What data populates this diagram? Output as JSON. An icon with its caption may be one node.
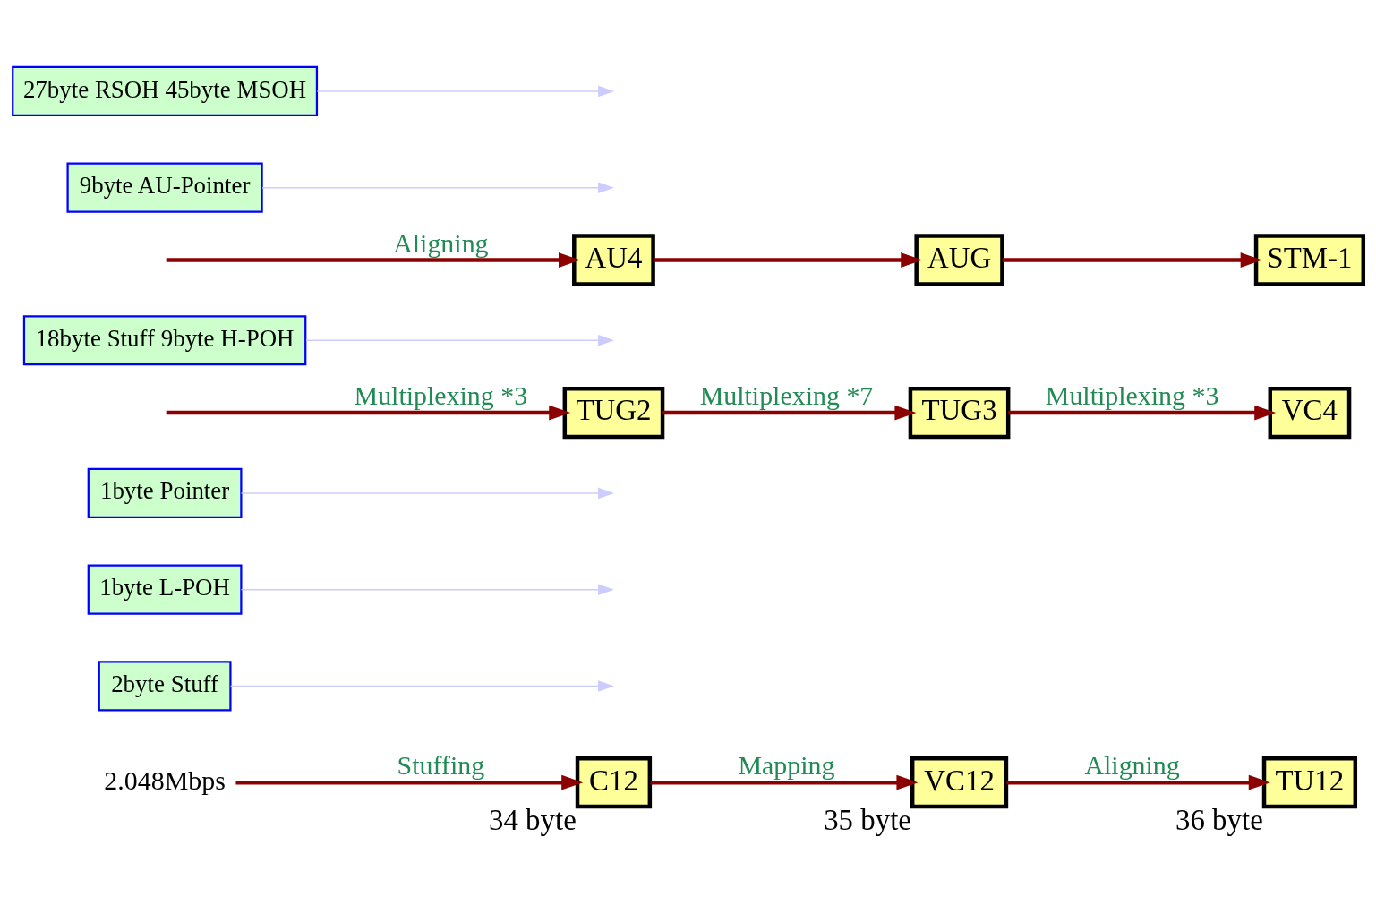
{
  "diagram": {
    "nodes": [
      {
        "text": [
          "2.048Mbps"
        ]
      },
      {
        "text": [
          "C12"
        ],
        "beside": [
          "34 byte"
        ]
      },
      {
        "text": [
          "VC12"
        ],
        "beside": [
          "35 byte"
        ]
      },
      {
        "text": [
          "TU12"
        ],
        "beside": [
          "36 byte"
        ]
      },
      {
        "text": [
          "2byte Stuff"
        ]
      },
      {
        "text": [
          "1byte L-POH"
        ]
      },
      {
        "text": [
          "1byte Pointer"
        ]
      },
      {
        "text": [
          "TUG2"
        ]
      },
      {
        "text": [
          "TUG3"
        ]
      },
      {
        "text": [
          "VC4"
        ]
      },
      {
        "text": [
          "18byte Stuff 9byte H-POH"
        ]
      },
      {
        "text": [
          "AU4"
        ]
      },
      {
        "text": [
          "AUG"
        ]
      },
      {
        "text": [
          "STM-1"
        ]
      },
      {
        "text": [
          "9byte AU-Pointer"
        ]
      },
      {
        "text": [
          "27byte RSOH 45byte MSOH"
        ]
      }
    ],
    "edges": [
      {
        "from": 0,
        "to": 1,
        "arrow": "to",
        "label": "Stuffing"
      },
      {
        "from": 1,
        "to": 2,
        "arrow": "to",
        "label": "Mapping"
      },
      {
        "from": 2,
        "to": 3,
        "arrow": "to",
        "label": "Aligning"
      },
      {
        "from": 4,
        "to": null,
        "arrow": "to",
        "color": "#ccccff"
      },
      {
        "from": 5,
        "to": null,
        "arrow": "to",
        "color": "#ccccff"
      },
      {
        "from": 6,
        "to": null,
        "arrow": "to",
        "color": "#ccccff"
      },
      {
        "from": null,
        "to": 7,
        "arrow": "to",
        "label": "Multiplexing *3"
      },
      {
        "from": 7,
        "to": 8,
        "arrow": "to",
        "label": "Multiplexing *7"
      },
      {
        "from": 8,
        "to": 9,
        "arrow": "to",
        "label": "Multiplexing *3"
      },
      {
        "from": 10,
        "to": null,
        "arrow": "to",
        "color": "#ccccff"
      },
      {
        "from": null,
        "to": 11,
        "arrow": "to",
        "label": "Aligning"
      },
      {
        "from": 11,
        "to": 12,
        "arrow": "to"
      },
      {
        "from": 12,
        "to": 13,
        "arrow": "to"
      },
      {
        "from": 14,
        "to": null,
        "arrow": "to",
        "color": "#ccccff"
      },
      {
        "from": 15,
        "to": null,
        "arrow": "to",
        "color": "#ccccff"
      }
    ]
  }
}
